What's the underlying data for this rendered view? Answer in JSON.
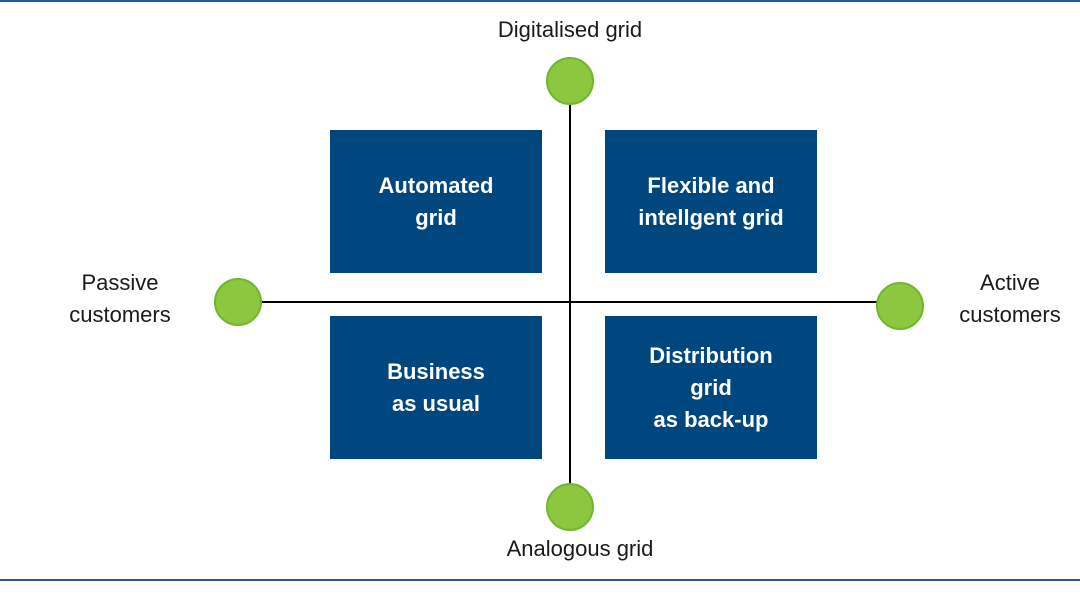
{
  "colors": {
    "box_fill": "#00467f",
    "circle_fill": "#8dc63f",
    "rule": "#1f5c99"
  },
  "axes": {
    "top_label": "Digitalised grid",
    "bottom_label": "Analogous grid",
    "left_label": "Passive\ncustomers",
    "right_label": "Active\ncustomers"
  },
  "quadrants": {
    "top_left": "Automated\ngrid",
    "top_right": "Flexible and\nintellgent grid",
    "bottom_left": "Business\nas usual",
    "bottom_right": "Distribution\ngrid\nas back-up"
  }
}
